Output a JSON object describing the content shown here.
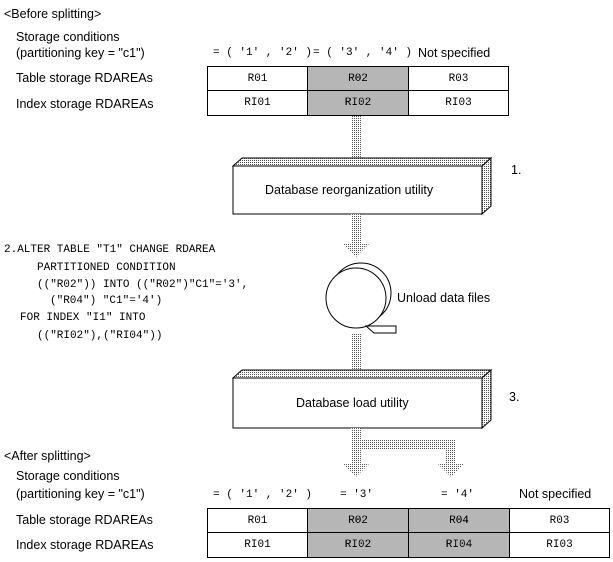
{
  "before": {
    "heading": "<Before splitting>",
    "storage_label_1": "Storage conditions",
    "storage_label_2": "(partitioning key = \"c1\")",
    "conditions": [
      "= ( '1' , '2' )",
      "= ( '3' , '4' )",
      "Not specified"
    ],
    "table_label": "Table storage RDAREAs",
    "index_label": "Index storage RDAREAs",
    "table_cells": [
      "R01",
      "R02",
      "R03"
    ],
    "index_cells": [
      "RI01",
      "RI02",
      "RI03"
    ]
  },
  "steps": {
    "step1_number": "1.",
    "step1_label": "Database reorganization utility",
    "step2_lines": [
      "2.ALTER TABLE \"T1\" CHANGE RDAREA",
      "PARTITIONED CONDITION",
      "((\"R02\")) INTO ((\"R02\")\"C1\"='3',",
      "(\"R04\") \"C1\"='4')",
      "FOR INDEX \"I1\" INTO",
      "((\"RI02\"),(\"RI04\"))"
    ],
    "unload_label": "Unload data files",
    "step3_number": "3.",
    "step3_label": "Database load utility"
  },
  "after": {
    "heading": "<After splitting>",
    "storage_label_1": "Storage conditions",
    "storage_label_2": "(partitioning key = \"c1\")",
    "conditions": [
      "= ( '1' , '2' )",
      "= '3'",
      "= '4'",
      "Not specified"
    ],
    "table_label": "Table storage RDAREAs",
    "index_label": "Index storage RDAREAs",
    "table_cells": [
      "R01",
      "R02",
      "R04",
      "R03"
    ],
    "index_cells": [
      "RI01",
      "RI02",
      "RI04",
      "RI03"
    ]
  },
  "colors": {
    "line": "#000000",
    "shade": "#555555",
    "background": "#ffffff"
  }
}
